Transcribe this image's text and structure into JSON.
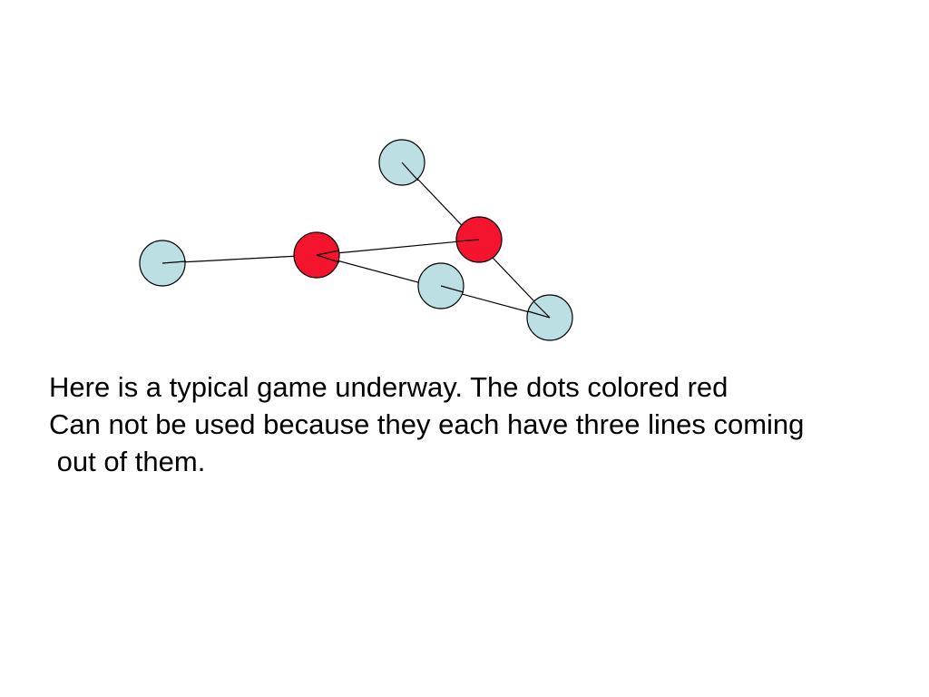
{
  "colors": {
    "free_dot": "#bcdfe3",
    "used_dot": "#f5142e",
    "dot_outline": "#000000",
    "line": "#000000"
  },
  "game": {
    "dots": [
      {
        "id": "dot-top",
        "state": "free"
      },
      {
        "id": "dot-left",
        "state": "free"
      },
      {
        "id": "dot-red-center",
        "state": "used"
      },
      {
        "id": "dot-red-right",
        "state": "used"
      },
      {
        "id": "dot-middle",
        "state": "free"
      },
      {
        "id": "dot-bottom-right",
        "state": "free"
      }
    ],
    "lines": [
      {
        "from": "dot-top",
        "to": "dot-bottom-right"
      },
      {
        "from": "dot-left",
        "to": "dot-red-center"
      },
      {
        "from": "dot-red-center",
        "to": "dot-red-right"
      },
      {
        "from": "dot-red-center",
        "to": "dot-bottom-right"
      }
    ]
  },
  "caption": {
    "line1": "Here is a typical game underway. The dots colored red",
    "line2": "Can not be used because they each have three lines coming",
    "line3": " out of them."
  }
}
